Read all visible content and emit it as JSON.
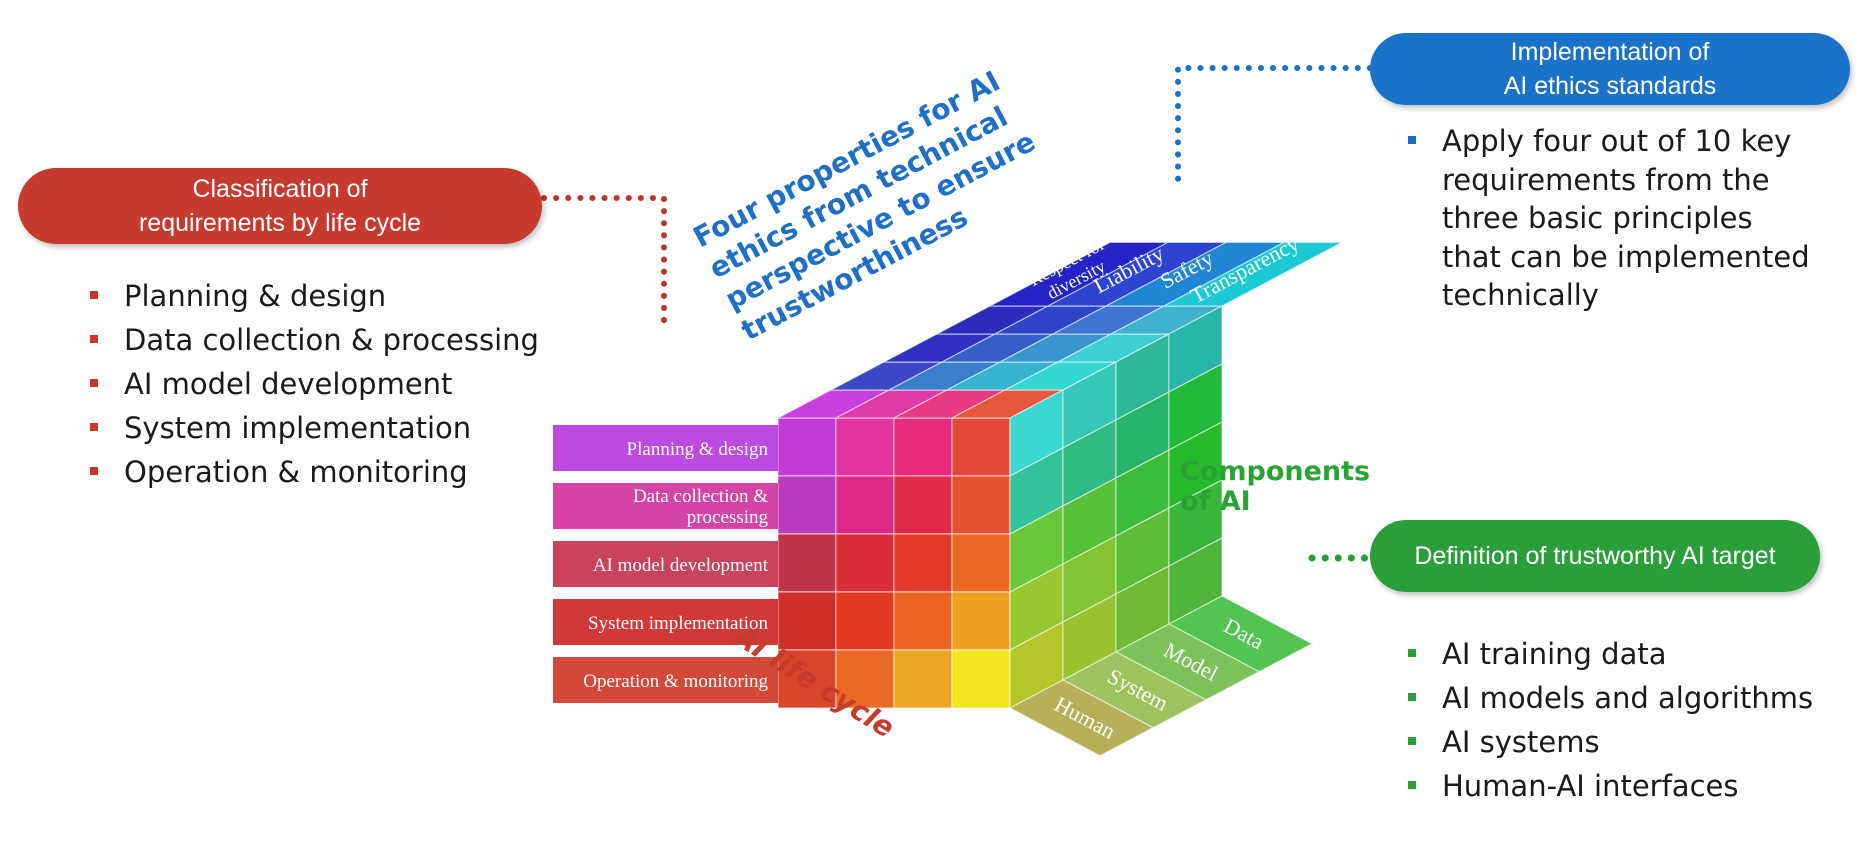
{
  "diagram": {
    "lifecycle_box": {
      "line1": "Classification of",
      "line2": "requirements by life cycle",
      "color": "#c73a2e"
    },
    "lifecycle_items": [
      "Planning & design",
      "Data collection & processing",
      "AI model development",
      "System implementation",
      "Operation & monitoring"
    ],
    "ethics_box": {
      "line1": "Implementation of",
      "line2": "AI ethics standards",
      "color": "#1a73c8"
    },
    "ethics_items": [
      "Apply four out of 10 key",
      "requirements from the",
      "three basic principles",
      "that can be implemented",
      "technically"
    ],
    "target_box": {
      "label": "Definition of trustworthy AI target",
      "color": "#2a9e39"
    },
    "target_items": [
      "AI training data",
      "AI models and algorithms",
      "AI systems",
      "Human-AI interfaces"
    ],
    "cube": {
      "top_title_lines": [
        "Four properties for AI",
        "ethics from technical",
        "perspective to ensure",
        "trustworthiness"
      ],
      "top_title_color": "#1f6fc6",
      "right_title_lines": [
        "Components",
        "of AI"
      ],
      "right_title_color": "#2aa236",
      "front_title": "AI life cycle",
      "front_title_color": "#c73a2e",
      "front_labels": [
        [
          "Planning & design"
        ],
        [
          "Data collection &",
          "processing"
        ],
        [
          "AI model development"
        ],
        [
          "System implementation"
        ],
        [
          "Operation & monitoring"
        ]
      ],
      "property_labels": [
        [
          "Respect for",
          "diversity"
        ],
        [
          "Liability"
        ],
        [
          "Safety"
        ],
        [
          "Transparency"
        ]
      ],
      "component_labels": [
        "Data",
        "Model",
        "System",
        "Human"
      ],
      "front_label_colors": [
        "#b73fe0",
        "#d23aa0",
        "#c63a52",
        "#cf2e2e",
        "#d23e2e"
      ],
      "property_colors": [
        "#2323c8",
        "#2d44d2",
        "#1f86d4",
        "#1cc8d2"
      ],
      "component_colors": [
        "#52c452",
        "#7bc25a",
        "#9cc45e",
        "#b8b058"
      ],
      "front_face_colors": [
        [
          "#c43ad8",
          "#e3359e",
          "#e82b7e",
          "#e44a3a"
        ],
        [
          "#b93bbf",
          "#dd2a86",
          "#e02a4a",
          "#e4522e"
        ],
        [
          "#bf3547",
          "#da2d3a",
          "#e23a2a",
          "#e86a22"
        ],
        [
          "#cf3128",
          "#e23a22",
          "#ea6420",
          "#f0a020"
        ],
        [
          "#d8452a",
          "#e86a24",
          "#eda624",
          "#f4e61e"
        ]
      ],
      "top_face_colors": [
        [
          "#2b2bbc",
          "#2d45c8",
          "#3f74d0",
          "#3fb2d0"
        ],
        [
          "#3030c2",
          "#355ec8",
          "#3a95cf",
          "#3ccfd6"
        ],
        [
          "#3b47c6",
          "#3a7fcc",
          "#35b3cf",
          "#35d6d0"
        ],
        [
          "#c93fe0",
          "#e03aa8",
          "#e83a80",
          "#e8563c"
        ]
      ],
      "right_face_colors": [
        [
          "#3ad8d0",
          "#35c8b8",
          "#2eb89a",
          "#29b6a6"
        ],
        [
          "#34c29a",
          "#2fbb82",
          "#27b56a",
          "#22ba3a"
        ],
        [
          "#6ac63a",
          "#56c23a",
          "#3cbc3a",
          "#27ba2a"
        ],
        [
          "#98c830",
          "#82c434",
          "#5ebd38",
          "#3cb63a"
        ],
        [
          "#b4c62a",
          "#98c230",
          "#6ebc36",
          "#4fb63c"
        ]
      ]
    }
  }
}
